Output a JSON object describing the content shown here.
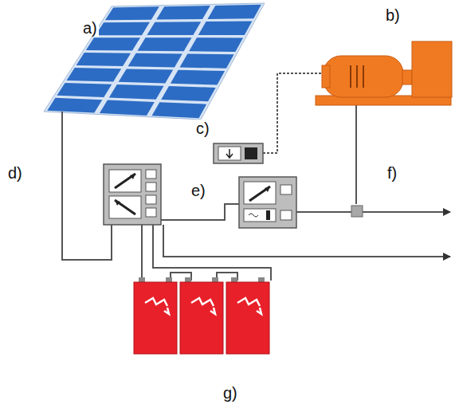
{
  "diagram": {
    "labels": [
      "a)",
      "b)",
      "c)",
      "d)",
      "e)",
      "f)",
      "g)"
    ]
  }
}
